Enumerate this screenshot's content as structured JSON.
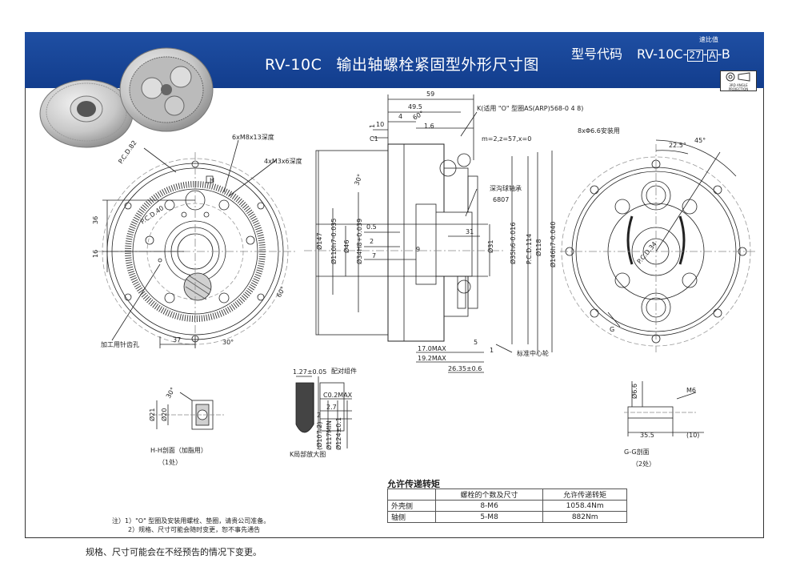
{
  "header": {
    "model_code": "RV-10C",
    "title": "输出轴螺栓紧固型外形尺寸图",
    "code_label": "型号代码",
    "code_value_prefix": "RV-10C-",
    "ratio_label": "速比值",
    "code_box1": "27",
    "code_box2": "A",
    "code_suffix": "B",
    "projection_label": "3RD ANGLE PROJECTION"
  },
  "left_view": {
    "pcd82": "P.C.D.82",
    "pcd40": "P.C.D.40",
    "holes1": "6xM8x13深度",
    "holes2": "4xM3x6深度",
    "dim36": "36",
    "dim16": "16",
    "dim37": "37",
    "angle30": "30°",
    "angle60": "60°",
    "pin_hole": "加工用针齿孔",
    "section_H": "H"
  },
  "center_view": {
    "d59": "59",
    "d49_5": "49.5",
    "d4": "4",
    "d10": "10",
    "d1": "1",
    "d1_6": "1.6",
    "a60": "60°",
    "c1": "C1",
    "a30": "30°",
    "oring": "K(适用 \"O\" 型圈AS(ARP)568-0 4 8)",
    "gear": "m=2,z=57,x=0",
    "bearing": "深沟球轴承",
    "bearing_no": "6807",
    "d0_5": "0.5",
    "d2": "2",
    "d9": "9",
    "d7": "7",
    "d31": "31",
    "phi147": "Ø147",
    "phi110": "Ø110h7-0.035",
    "phi46": "Ø46",
    "phi34": "Ø34H8+0.039",
    "phi31": "Ø31",
    "phi35": "Ø35h6-0.016",
    "pcd114": "P.C.D.114",
    "phi118": "Ø118",
    "phi146": "Ø146h7-0.040",
    "d17": "17.0MAX",
    "d19_2": "19.2MAX",
    "d26_35": "26.35±0.6",
    "d5": "5",
    "d1b": "1",
    "ref_wheel": "标准中心轮"
  },
  "right_view": {
    "holes": "8xΦ6.6安装用",
    "a45": "45°",
    "a22_5": "22.5°",
    "pcd34": "P.C.D.34",
    "section_G": "G"
  },
  "detail_h": {
    "a30": "30°",
    "phi21": "Ø21",
    "phi20": "Ø20",
    "caption": "H-H剖面（加脂用）",
    "count": "（1处）"
  },
  "detail_k": {
    "d127": "1.27±0.05",
    "mate": "配对组件",
    "c02": "C0.2MAX",
    "d27": "2.7",
    "d2": "2",
    "phi1072": "(Ø107.2)",
    "phi117": "Ø117MIN",
    "phi124": "Ø124±0.1",
    "caption": "K局部放大图"
  },
  "detail_g": {
    "phi6_6": "Ø6.6",
    "m6": "M6",
    "d35_5": "35.5",
    "d10": "(10)",
    "caption": "G-G剖面",
    "count": "（2处）"
  },
  "torque": {
    "title": "允许传递转矩",
    "headers": [
      "",
      "螺栓的个数及尺寸",
      "允许传递转矩"
    ],
    "rows": [
      [
        "外壳侧",
        "8-M6",
        "1058.4Nm"
      ],
      [
        "轴侧",
        "5-M8",
        "882Nm"
      ]
    ]
  },
  "notes": [
    "注）1）\"O\" 型圈及安装用螺栓、垫圈，请贵公司准备。",
    "2）规格、尺寸可能会随时变更，恕不事先通告"
  ],
  "footer": "规格、尺寸可能会在不经预告的情况下变更。"
}
